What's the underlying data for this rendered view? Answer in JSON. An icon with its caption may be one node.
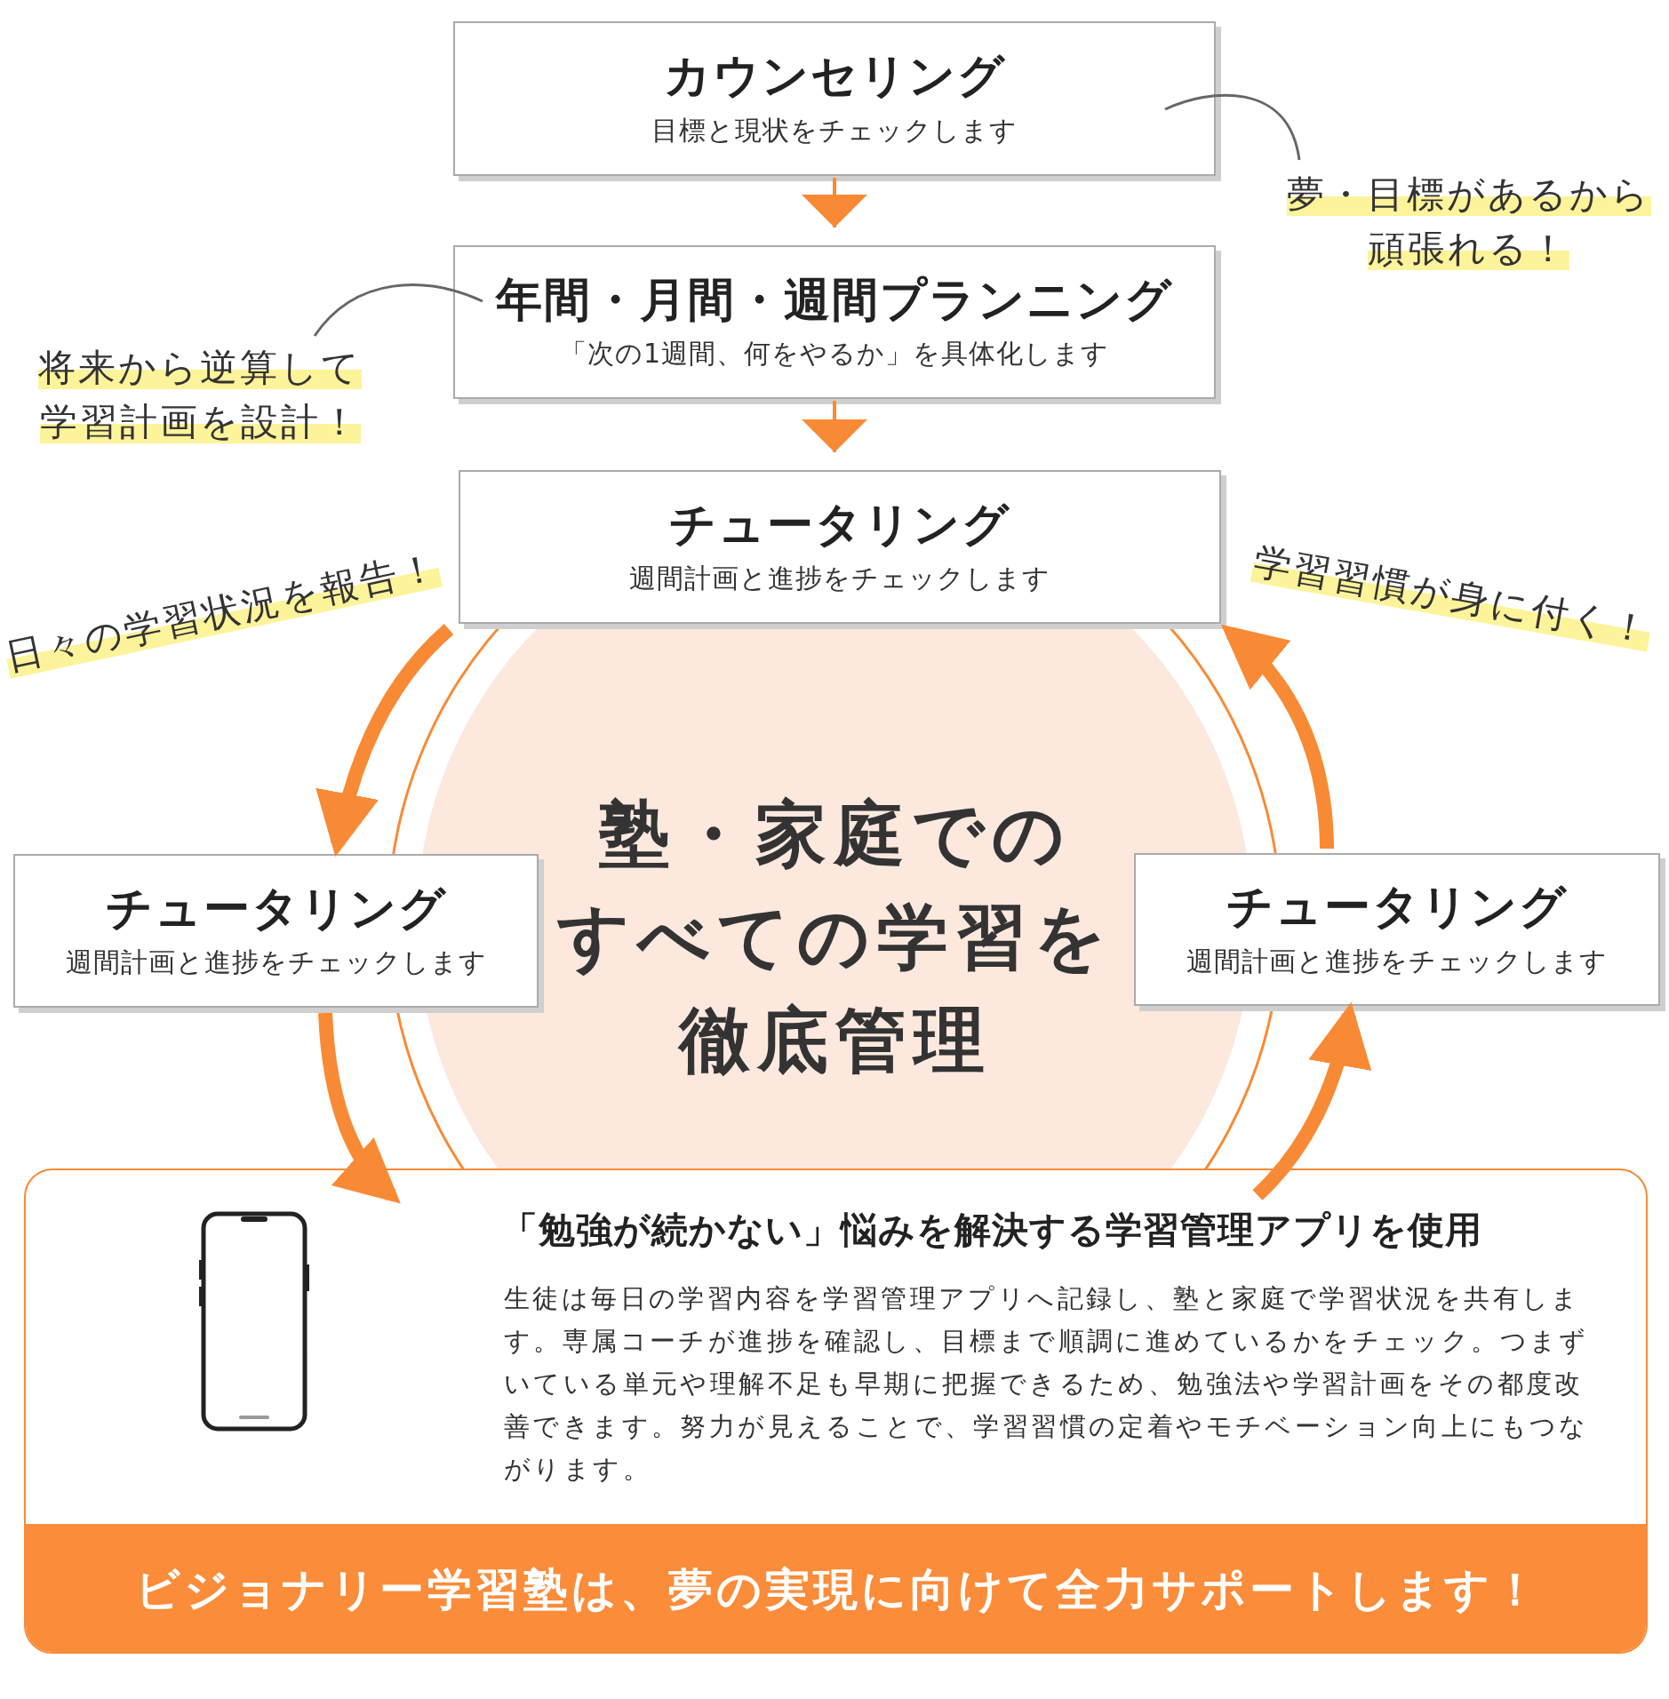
{
  "diagram": {
    "nodes": [
      {
        "text": [
          "カウンセリング",
          "目標と現状をチェックします"
        ]
      },
      {
        "text": [
          "年間・月間・週間プランニング",
          "「次の1週間、何をやるか」を具体化します"
        ]
      },
      {
        "text": [
          "チュータリング",
          "週間計画と進捗をチェックします"
        ]
      },
      {
        "text": [
          "チュータリング",
          "週間計画と進捗をチェックします"
        ]
      },
      {
        "text": [
          "チュータリング",
          "週間計画と進捗をチェックします"
        ]
      },
      {
        "text": [
          "塾・家庭でのすべての学習を徹底管理"
        ]
      },
      {
        "text": [
          "「勉強が続かない」悩みを解決する学習管理アプリを使用",
          "生徒は毎日の学習内容を学習管理アプリへ記録し、塾と家庭で学習状況を共有します。専属コーチが進捗を確認し、目標まで順調に進めているかをチェック。つまずいている単元や理解不足も早期に把握できるため、勉強法や学習計画をその都度改善できます。努力が見えることで、学習習慣の定着やモチベーション向上にもつながります。"
        ]
      },
      {
        "text": [
          "ビジョナリー学習塾は、夢の実現に向けて全力サポートします！"
        ],
        "in": 6
      },
      {
        "text": [
          "夢・目標があるから頑張れる！"
        ]
      },
      {
        "text": [
          "将来から逆算して学習計画を設計！"
        ]
      }
    ],
    "edges": [
      {
        "from": 0,
        "to": 1,
        "arrow": "to"
      },
      {
        "from": 1,
        "to": 2,
        "arrow": "to"
      },
      {
        "from": 2,
        "to": 3,
        "arrow": "to",
        "style": "thick"
      },
      {
        "from": 3,
        "to": 6,
        "arrow": "to",
        "style": "thick"
      },
      {
        "from": 6,
        "to": 4,
        "arrow": "to",
        "style": "thick"
      },
      {
        "from": 4,
        "to": 2,
        "arrow": "to",
        "style": "thick"
      },
      {
        "from": 8,
        "to": 0,
        "arrow": "none",
        "color": "#666666"
      },
      {
        "from": 9,
        "to": 1,
        "arrow": "none",
        "color": "#666666"
      }
    ],
    "labels": [
      "日々の学習状況を報告！",
      "学習習慣が身に付く！"
    ]
  }
}
